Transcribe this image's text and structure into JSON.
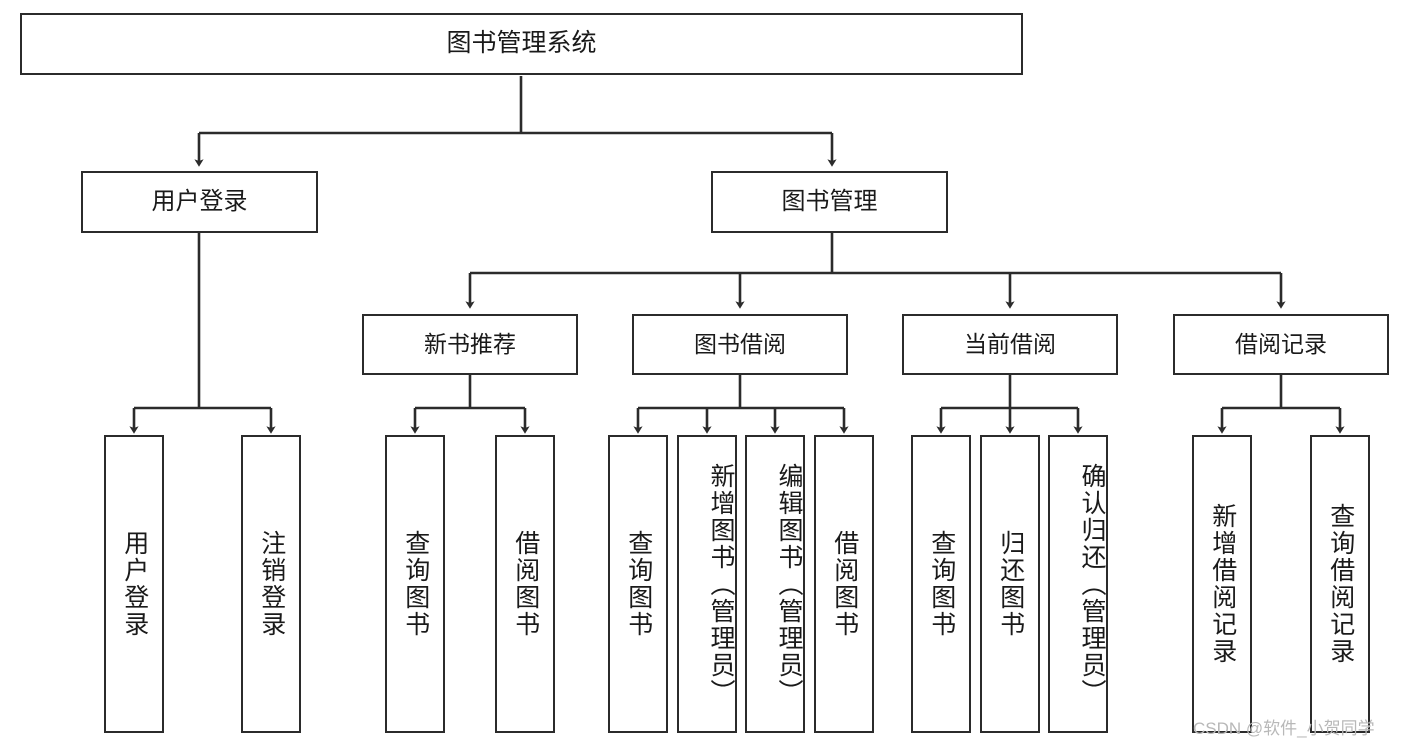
{
  "diagram": {
    "type": "tree-hierarchy-chart",
    "title": "图书管理系统",
    "line_color": "#2b2b2b",
    "box_fill": "#ffffff",
    "text_color": "#1a1a1a",
    "watermark": "CSDN @软件_小贺同学"
  },
  "nodes": {
    "root": {
      "label": "图书管理系统"
    },
    "level2": [
      {
        "label": "用户登录"
      },
      {
        "label": "图书管理"
      }
    ],
    "level3": [
      {
        "label": "新书推荐"
      },
      {
        "label": "图书借阅"
      },
      {
        "label": "当前借阅"
      },
      {
        "label": "借阅记录"
      }
    ],
    "leaves": {
      "user_login": [
        {
          "label": "用户登录"
        },
        {
          "label": "注销登录"
        }
      ],
      "new_book_recommend": [
        {
          "label": "查询图书"
        },
        {
          "label": "借阅图书"
        }
      ],
      "book_borrow": [
        {
          "label": "查询图书"
        },
        {
          "label": "新增图书（管理员）"
        },
        {
          "label": "编辑图书（管理员）"
        },
        {
          "label": "借阅图书"
        }
      ],
      "current_borrow": [
        {
          "label": "查询图书"
        },
        {
          "label": "归还图书"
        },
        {
          "label": "确认归还（管理员）"
        }
      ],
      "borrow_records": [
        {
          "label": "新增借阅记录"
        },
        {
          "label": "查询借阅记录"
        }
      ]
    }
  }
}
